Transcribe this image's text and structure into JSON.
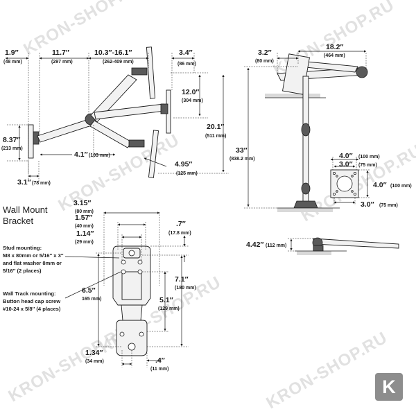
{
  "watermark": {
    "text": "KRON-SHOP.RU"
  },
  "logo": {
    "letter": "K",
    "color": "#8d8d8d"
  },
  "side_view": {
    "dim_1_9": {
      "main": "1.9″",
      "sub": "(48 mm)"
    },
    "dim_11_7": {
      "main": "11.7″",
      "sub": "(297 mm)"
    },
    "dim_10_3": {
      "main": "10.3″-16.1″",
      "sub": "(262-409 mm)"
    },
    "dim_3_4": {
      "main": "3.4″",
      "sub": "(86 mm)"
    },
    "dim_12_0": {
      "main": "12.0″",
      "sub": "(304 mm)"
    },
    "dim_20_1": {
      "main": "20.1″",
      "sub": "(511 mm)"
    },
    "dim_8_37": {
      "main": "8.37″",
      "sub": "(213 mm)"
    },
    "dim_4_1": {
      "main": "4.1″",
      "sub": "(103 mm)"
    },
    "dim_4_95": {
      "main": "4.95″",
      "sub": "(125 mm)"
    },
    "dim_3_1": {
      "main": "3.1″",
      "sub": "(78 mm)"
    }
  },
  "top_view": {
    "dim_3_2": {
      "main": "3.2″",
      "sub": "(80 mm)"
    },
    "dim_18_2": {
      "main": "18.2″",
      "sub": "(464 mm)"
    },
    "dim_33": {
      "main": "33″",
      "sub": "(838.2 mm)"
    },
    "dim_4_0_top": {
      "main": "4.0″",
      "sub": "(100 mm)"
    },
    "dim_3_0_top": {
      "main": "3.0″",
      "sub": "(75 mm)"
    },
    "dim_4_0_side": {
      "main": "4.0″",
      "sub": "(100 mm)"
    },
    "dim_3_0_bottom": {
      "main": "3.0″",
      "sub": "(75 mm)"
    },
    "dim_4_42": {
      "main": "4.42″",
      "sub": "(112 mm)"
    }
  },
  "bracket": {
    "title_line1": "Wall Mount",
    "title_line2": "Bracket",
    "stud_note": [
      "Stud mounting:",
      "M8 x 80mm or 5/16″ x 3″",
      "and flat washer 8mm or",
      "5/16″ (2 places)"
    ],
    "track_note": [
      "Wall Track mounting:",
      "Button head cap screw",
      "#10-24 x 5/8″ (4 places)"
    ],
    "dim_3_15": {
      "main": "3.15″",
      "sub": "(80 mm)"
    },
    "dim_1_57": {
      "main": "1.57″",
      "sub": "(40 mm)"
    },
    "dim_1_14": {
      "main": "1.14″",
      "sub": "(29 mm)"
    },
    "dim_0_7": {
      "main": ".7″",
      "sub": "(17.8 mm)"
    },
    "dim_6_5": {
      "main": "6.5″",
      "sub": "165 mm)"
    },
    "dim_7_1": {
      "main": "7.1″",
      "sub": "(180 mm)"
    },
    "dim_5_1": {
      "main": "5.1″",
      "sub": "(129 mm)"
    },
    "dim_1_34": {
      "main": "1.34″",
      "sub": "(34 mm)"
    },
    "dim_0_4": {
      "main": ".4″",
      "sub": "(11 mm)"
    }
  }
}
